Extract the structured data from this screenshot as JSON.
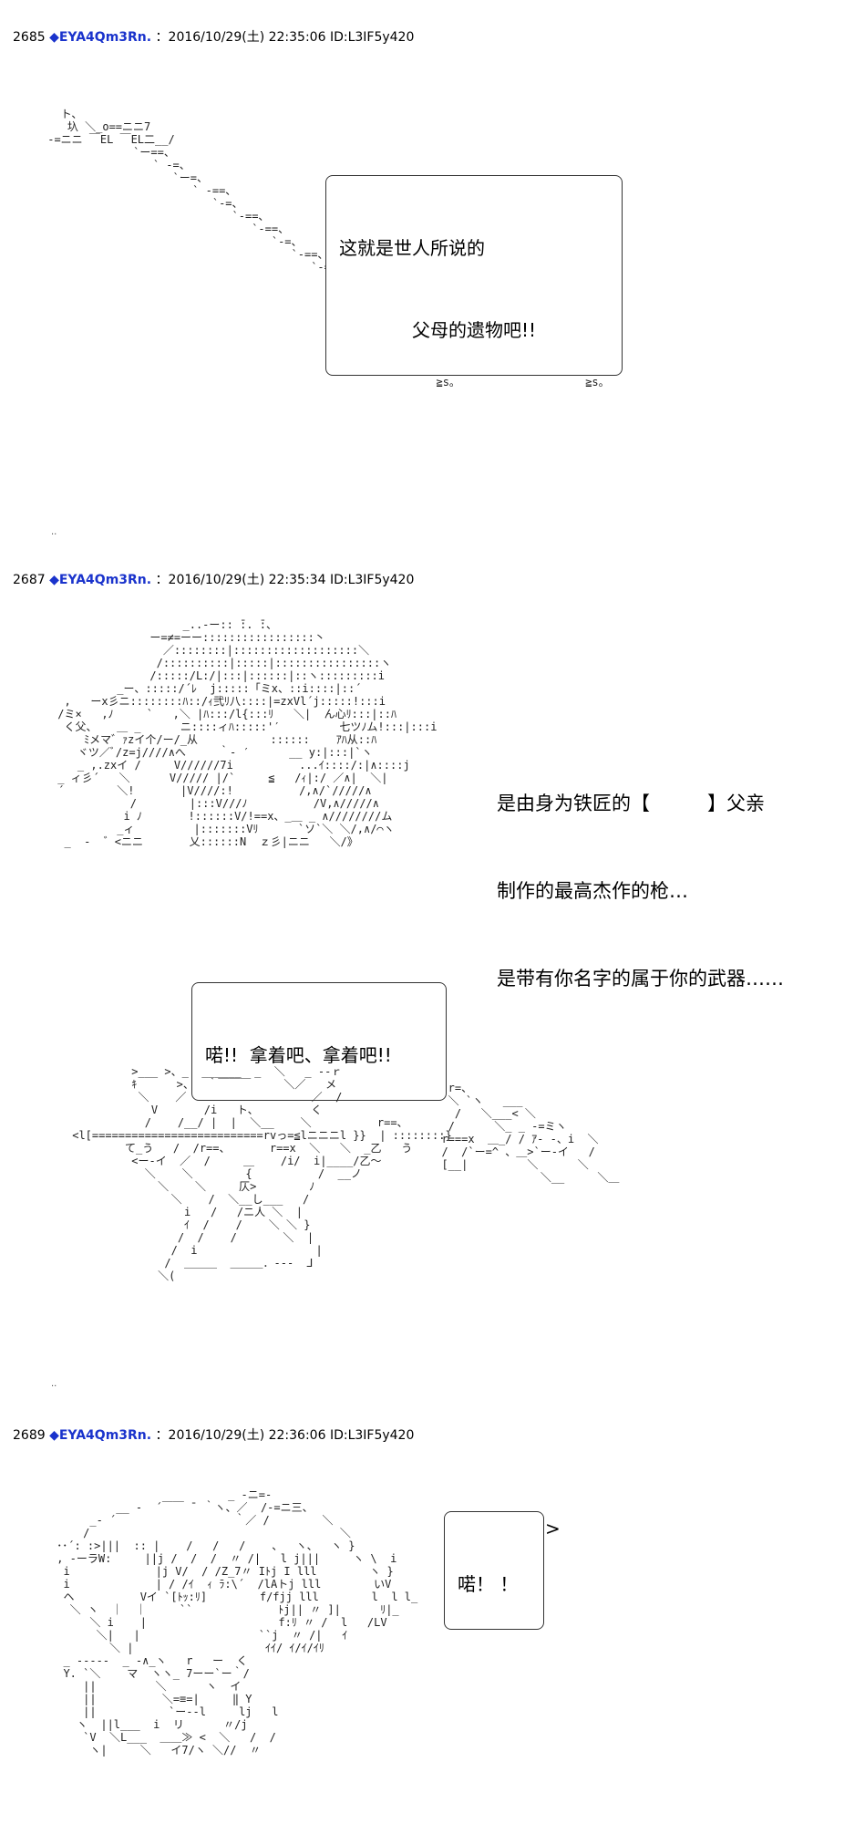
{
  "posts": [
    {
      "number": "2685",
      "name": "◆EYA4Qm3Rn.",
      "meta": "：2016/10/29(土) 22:35:06 ID:L3IF5y420",
      "bubble_line1": "这就是世人所说的",
      "bubble_line2": "　　　　父母的遗物吧!!",
      "art": "   ト、\n    圦 ＼_o==ニニ7\n -=ニニ ￣EL ￣EL二__/\n              `ー==、\n                 ` -=、\n                    `ー=、\n                       ` -==、\n                          `-=、\n                             `-==、\n                                `-==、\n                                   `-=、\n                                      `-==、\n                                         `-=、\n                                            `-==、\n                                               `-==、\n                                                  `-==、\n                                                     `-=ニ=、  _.o。o。\n                                                       ＼  /￣￣:::::::::≧s。\n                                                         弋  /            ≧s。\n                                                          Y                  ≧s。\n                                                          ＼                    ≧s。\n                                                            ≧s。                   ≧s。"
    },
    {
      "number": "2687",
      "name": "◆EYA4Qm3Rn.",
      "meta": "：2016/10/29(土) 22:35:34 ID:L3IF5y420",
      "text_line1": "是由身为铁匠的【　　　】父亲",
      "text_line2": "制作的最高杰作的枪…",
      "text_line3": "是带有你名字的属于你的武器……",
      "bubble2": "喏!!  拿着吧、拿着吧!!",
      "art1": "                    _..-ー:: ̄:. ̄:、\n               ー=≠=ーー:::::::::::::::::丶\n                 ／::::::::|:::::::::::::::::::＼\n                /::::::::::|:::::|::::::::::::::::ヽ\n               /:::::/L:/|:::|::::::|::ヽ:::::::::i\n          _ー、:::::/´ﾚ  j:::::「ミx、::i::::|::´\n  ,   ーx彡ニ::::::::ﾊ::/ｨ弐ﾘ八::::|=zxVl´j:::::!:::i\n /ミ×   ,ﾉ     `   ,＼ |ﾊ:::/l{:::ﾘ   ＼|  ん心ﾘ:::|::ﾊ\n  く父、   ＿ _      ニ::::ィﾊ:::::'′         七ツﾉム!:::|:::i\n     ﾐメマ゛ｧzイ个/ー/_从           ::::::    ｱﾊ从::ﾊ\n    ヾツ／ﾞ/z=j////∧へ     ｀‐ ′      __ y:|:::|`ヽ\n    _ ,.zxイ /     V//////7i          ...ｲ::::/:|∧::::j\n _ ィ彡´   ＼      V///// |/`     ≦   /ｨ|:/ ／∧|  ＼|\n ´        ＼!       |V////:!          /,∧/`/////∧\n            /        |:::V///ﾉ          /V,∧/////∧\n           i ﾉ       !::::::V/!==x、_＿ _ ∧////////ム\n          _ィ         |:::::::Vﾘ      `ソ`＼ ＼/,∧/⌒ヽ\n  _  -  ゛<ニニ       乂::::::N  ｚ彡|ニニ   ＼/》",
      "art2": "          >___ >、_  ______  _  ＼   _ --ｒ\n          ｷ      >、  ｀￣￣￣     ＼／   メ\n           ＼    ／                   ／  /\n             V       /i   ト、        く\n            /    /__/ |  |  ＼__    ＼          r==、\n <l[==========================rvっ=≦lニニニl }}  | ::::::::}\n         て_う   /  /r==、      r==x  ＼   ＼  _乙   う\n          <ー-イ  ／  /     ＿    /i/  i|____/乙〜\n            ＼    ＼        {          /  __ノ\n              ＼    ＼     仄>        ﾉ\n                ＼    /  ＼__し___   /\n                  i   /   /ニ人 ＼  |\n                  ｲ  /    /    ＼ ＼ }\n                 /  /    /       ＼  |\n                /  i                  |\n               /  ＿＿＿  ＿＿＿．---  ⅃\n              ＼(",
      "art3": "   r=、\n   ＼ `ヽ   ___\n    /   ＼___< ＼\n   /      ＼_ _ -=ミヽ\n  r===x  ＿_/ / ｱ- -、i  ＼\n  /  /`ー=^ 、＿>`ー-イ   /\n  [__|         ＼      ＼\n                 ＼__     ＼＿"
    },
    {
      "number": "2689",
      "name": "◆EYA4Qm3Rn.",
      "meta": "：2016/10/29(土) 22:36:06 ID:L3IF5y420",
      "bubble3": "喏！ ！",
      "art": "                           _ -ニ=-\n          __ -  ´￣￣ ̄  ｀ヽ、／  /-=ニ三、\n      _- ´                  ｀／ /        ＼\n     /                                      ＼\n ･･´: :>|||  :: |    /   /   /    、  ヽ、  ヽ }\n , -ーラW:     ||j /  /  /  〃 /|   l j|||     ヽ \\  i\n  i             |j V/  / /Z_7〃 Iﾄj I lll        ヽ }\n  i             | / /ｲ  ｨ ﾗ:\\´  /lAトj lll        いV\n  ヘ          Vイ `[ﾄｯ:ﾘ]        f/fjj lll        l  l l_\n   ＼ ヽ  ｜  ｜     ``             ﾄj|| 〃 ]|      ﾘ|_\n      ＼ i    |                    f:ﾘ 〃 /  l   /LV\n       ＼|   |                  ``j  〃 /|   ｲ\n         ＼ |                    ｲｲ/ ｲ/ｲ/ｲﾘ\n  _ -----  _ -∧_ヽ   r   ー  く\n  Y. `＼    マ  ヽヽ_ 7ーー`ー｀/\n     ||         ＼      ヽ  イ\n     ||          ＼=≡=|     ‖ Y\n     ||           `ー--l     lj   l\n    ヽ  ||l___  i  リ      〃/j\n     `V  ＼L___  ＿＿≫ <  ＼   /  /\n      ヽ|     ＼   イ7/ヽ ＼//  〃"
    }
  ]
}
